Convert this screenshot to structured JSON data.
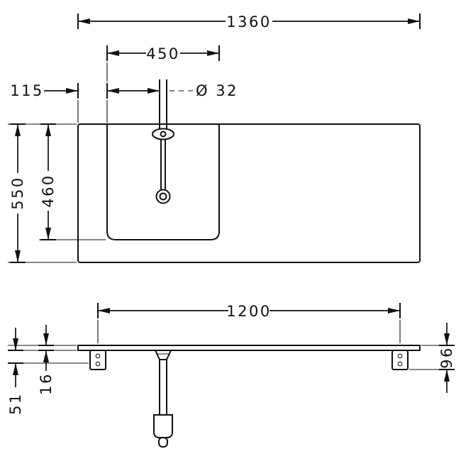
{
  "drawing": {
    "plan": {
      "overall_width": "1360",
      "basin_cutout_width": "450",
      "edge_to_cutout": "115",
      "tap_hole": "Ø 32",
      "overall_depth": "550",
      "basin_cutout_depth": "460"
    },
    "front": {
      "bracket_spacing": "1200",
      "fixing_hole_offset": "51",
      "panel_thickness": "16",
      "bracket_height": "96"
    },
    "colors": {
      "ink": "#111111",
      "background": "#ffffff"
    }
  }
}
